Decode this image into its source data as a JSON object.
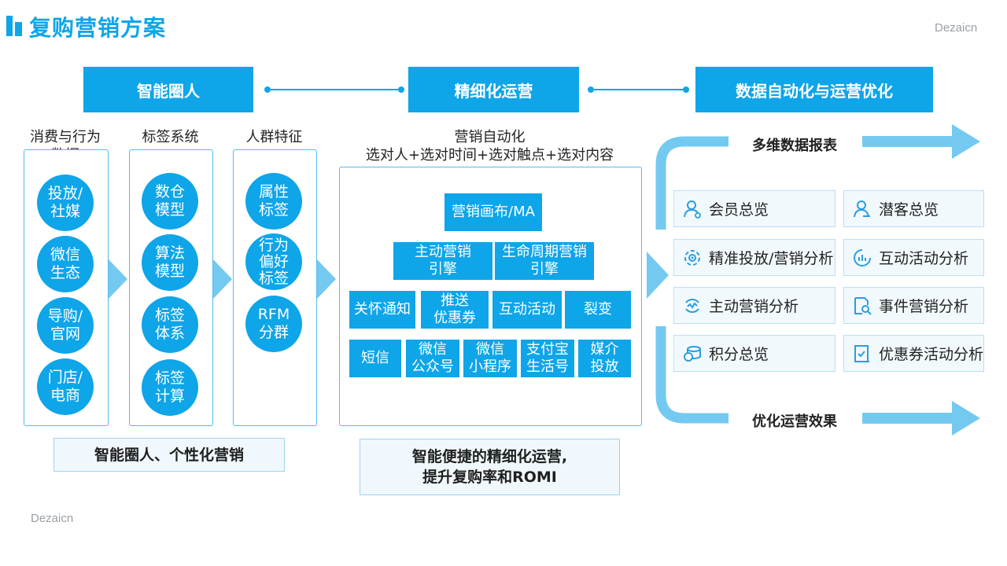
{
  "page": {
    "title": "复购营销方案",
    "watermark_top": "Dezaicn",
    "watermark_bottom": "Dezaicn"
  },
  "headers": [
    "智能圈人",
    "精细化运营",
    "数据自动化与运营优化"
  ],
  "columns": [
    {
      "title": "消费与行为\n数据",
      "items": [
        "投放/\n社媒",
        "微信\n生态",
        "导购/\n官网",
        "门店/\n电商"
      ]
    },
    {
      "title": "标签系统",
      "items": [
        "数仓\n模型",
        "算法\n模型",
        "标签\n体系",
        "标签\n计算"
      ]
    },
    {
      "title": "人群特征",
      "items": [
        "属性\n标签",
        "行为\n偏好\n标签",
        "RFM\n分群"
      ]
    }
  ],
  "automation": {
    "title": "营销自动化",
    "subtitle": "选对人+选对时间+选对触点+选对内容",
    "canvas": "营销画布/MA",
    "engines": [
      "主动营销\n引擎",
      "生命周期营销\n引擎"
    ],
    "actions": [
      "关怀通知",
      "推送\n优惠券",
      "互动活动",
      "裂变"
    ],
    "channels": [
      "短信",
      "微信\n公众号",
      "微信\n小程序",
      "支付宝\n生活号",
      "媒介\n投放"
    ]
  },
  "captions": {
    "left": "智能圈人、个性化营销",
    "middle": "智能便捷的精细化运营,\n提升复购率和ROMI"
  },
  "right": {
    "top_label": "多维数据报表",
    "bottom_label": "优化运营效果",
    "cards": [
      {
        "label": "会员总览",
        "icon": "member-icon"
      },
      {
        "label": "潜客总览",
        "icon": "prospect-icon"
      },
      {
        "label": "精准投放/营销分析",
        "icon": "target-icon"
      },
      {
        "label": "互动活动分析",
        "icon": "chart-icon"
      },
      {
        "label": "主动营销分析",
        "icon": "marketing-icon"
      },
      {
        "label": "事件营销分析",
        "icon": "search-doc-icon"
      },
      {
        "label": "积分总览",
        "icon": "coin-icon"
      },
      {
        "label": "优惠券活动分析",
        "icon": "coupon-icon"
      }
    ]
  },
  "colors": {
    "accent": "#0ea5e9",
    "arrow": "#74c9f1",
    "card_bg": "#f2f9fd"
  }
}
